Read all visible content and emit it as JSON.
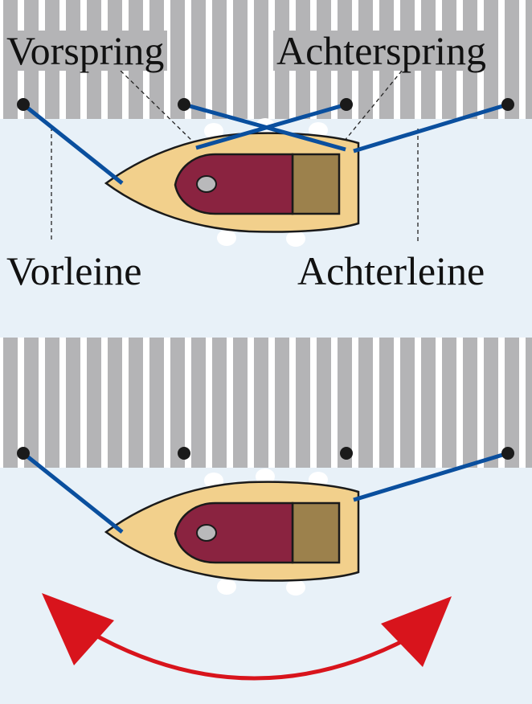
{
  "labels": {
    "forward_spring": "Vorspring",
    "aft_spring": "Achterspring",
    "bow_line": "Vorleine",
    "stern_line": "Achterleine"
  },
  "colors": {
    "water": "#e8f1f8",
    "dock_plank": "#b4b4b6",
    "dock_gap": "#ffffff",
    "hull": "#f2d08c",
    "cabin": "#8a2340",
    "cockpit": "#9c814c",
    "mooring_line": "#0a4f9e",
    "bollard": "#1a1a1a",
    "fender": "#ffffff",
    "arrow": "#d8141c"
  },
  "icons": {
    "dock": "dock-planks",
    "bollard": "bollard-dot",
    "fender": "fender-ellipse",
    "boat": "boat-top-view",
    "motion_arrow": "double-headed-curved-arrow"
  }
}
